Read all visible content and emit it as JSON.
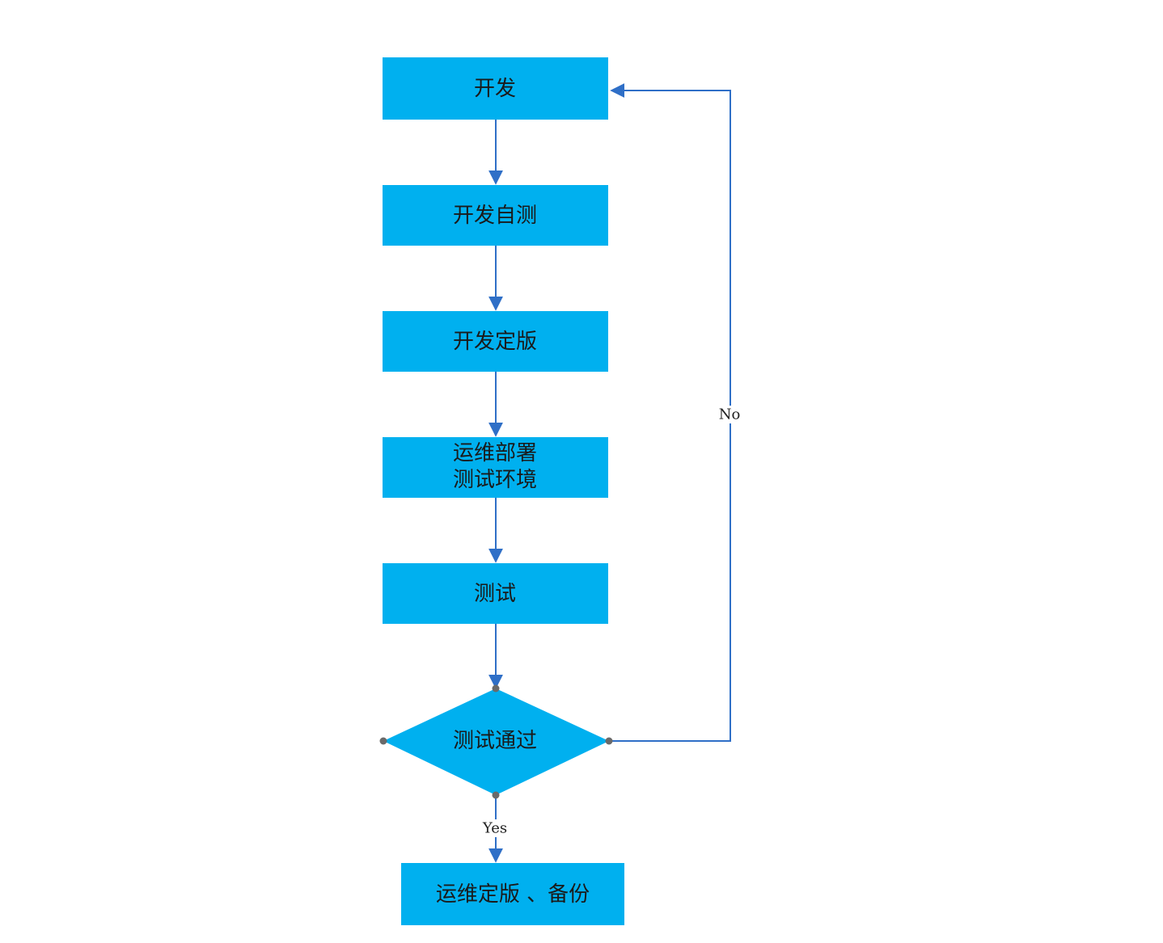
{
  "colors": {
    "node_fill": "#00b0ef",
    "edge": "#2f6fc7",
    "text": "#1a1a1a",
    "connector": "#6a6a6a"
  },
  "nodes": {
    "develop": {
      "label": "开发"
    },
    "self_test": {
      "label": "开发自测"
    },
    "dev_freeze": {
      "label": "开发定版"
    },
    "deploy_test_env": {
      "lines": [
        "运维部署",
        "测试环境"
      ]
    },
    "test": {
      "label": "测试"
    },
    "test_passed": {
      "label": "测试通过"
    },
    "ops_freeze_backup": {
      "label": "运维定版 、备份"
    }
  },
  "edges": {
    "yes_label": "Yes",
    "no_label": "No"
  }
}
